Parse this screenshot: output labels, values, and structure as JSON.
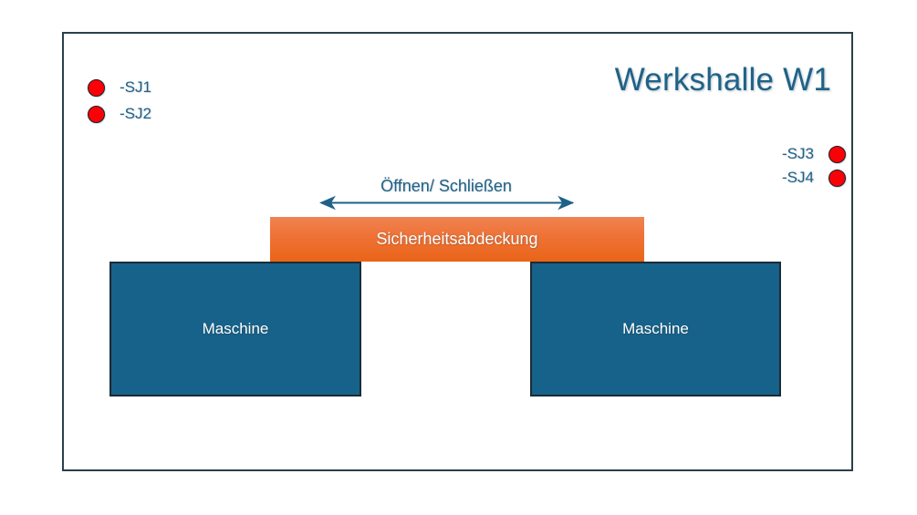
{
  "diagram": {
    "title": "Werkshalle W1",
    "frame_color": "#2b3f4a",
    "accent_color": "#1f6287",
    "sensor_color": "#fb0107",
    "cover_color": "#ea6417",
    "machine_color": "#17628a"
  },
  "sensors": {
    "left": [
      {
        "id": "SJ1",
        "label": "-SJ1",
        "state_color": "#fb0107"
      },
      {
        "id": "SJ2",
        "label": "-SJ2",
        "state_color": "#fb0107"
      }
    ],
    "right": [
      {
        "id": "SJ3",
        "label": "-SJ3",
        "state_color": "#fb0107"
      },
      {
        "id": "SJ4",
        "label": "-SJ4",
        "state_color": "#fb0107"
      }
    ]
  },
  "motion": {
    "label": "Öffnen/ Schließen",
    "arrow": "double-headed-horizontal-arrow"
  },
  "cover": {
    "label": "Sicherheitsabdeckung"
  },
  "machines": [
    {
      "label": "Maschine"
    },
    {
      "label": "Maschine"
    }
  ]
}
